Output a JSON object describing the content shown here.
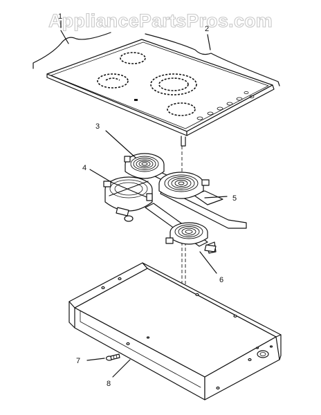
{
  "watermark": {
    "text": "AppliancePartsPros.com"
  },
  "callouts": [
    {
      "id": "1",
      "label": "1"
    },
    {
      "id": "2",
      "label": "2"
    },
    {
      "id": "3",
      "label": "3"
    },
    {
      "id": "4",
      "label": "4"
    },
    {
      "id": "5",
      "label": "5"
    },
    {
      "id": "6",
      "label": "6"
    },
    {
      "id": "7",
      "label": "7"
    },
    {
      "id": "8",
      "label": "8"
    }
  ],
  "corner_codes": {
    "left": "",
    "right": ""
  },
  "colors": {
    "ink": "#111111",
    "watermark_outline": "#c8c8c8",
    "background": "#ffffff"
  }
}
